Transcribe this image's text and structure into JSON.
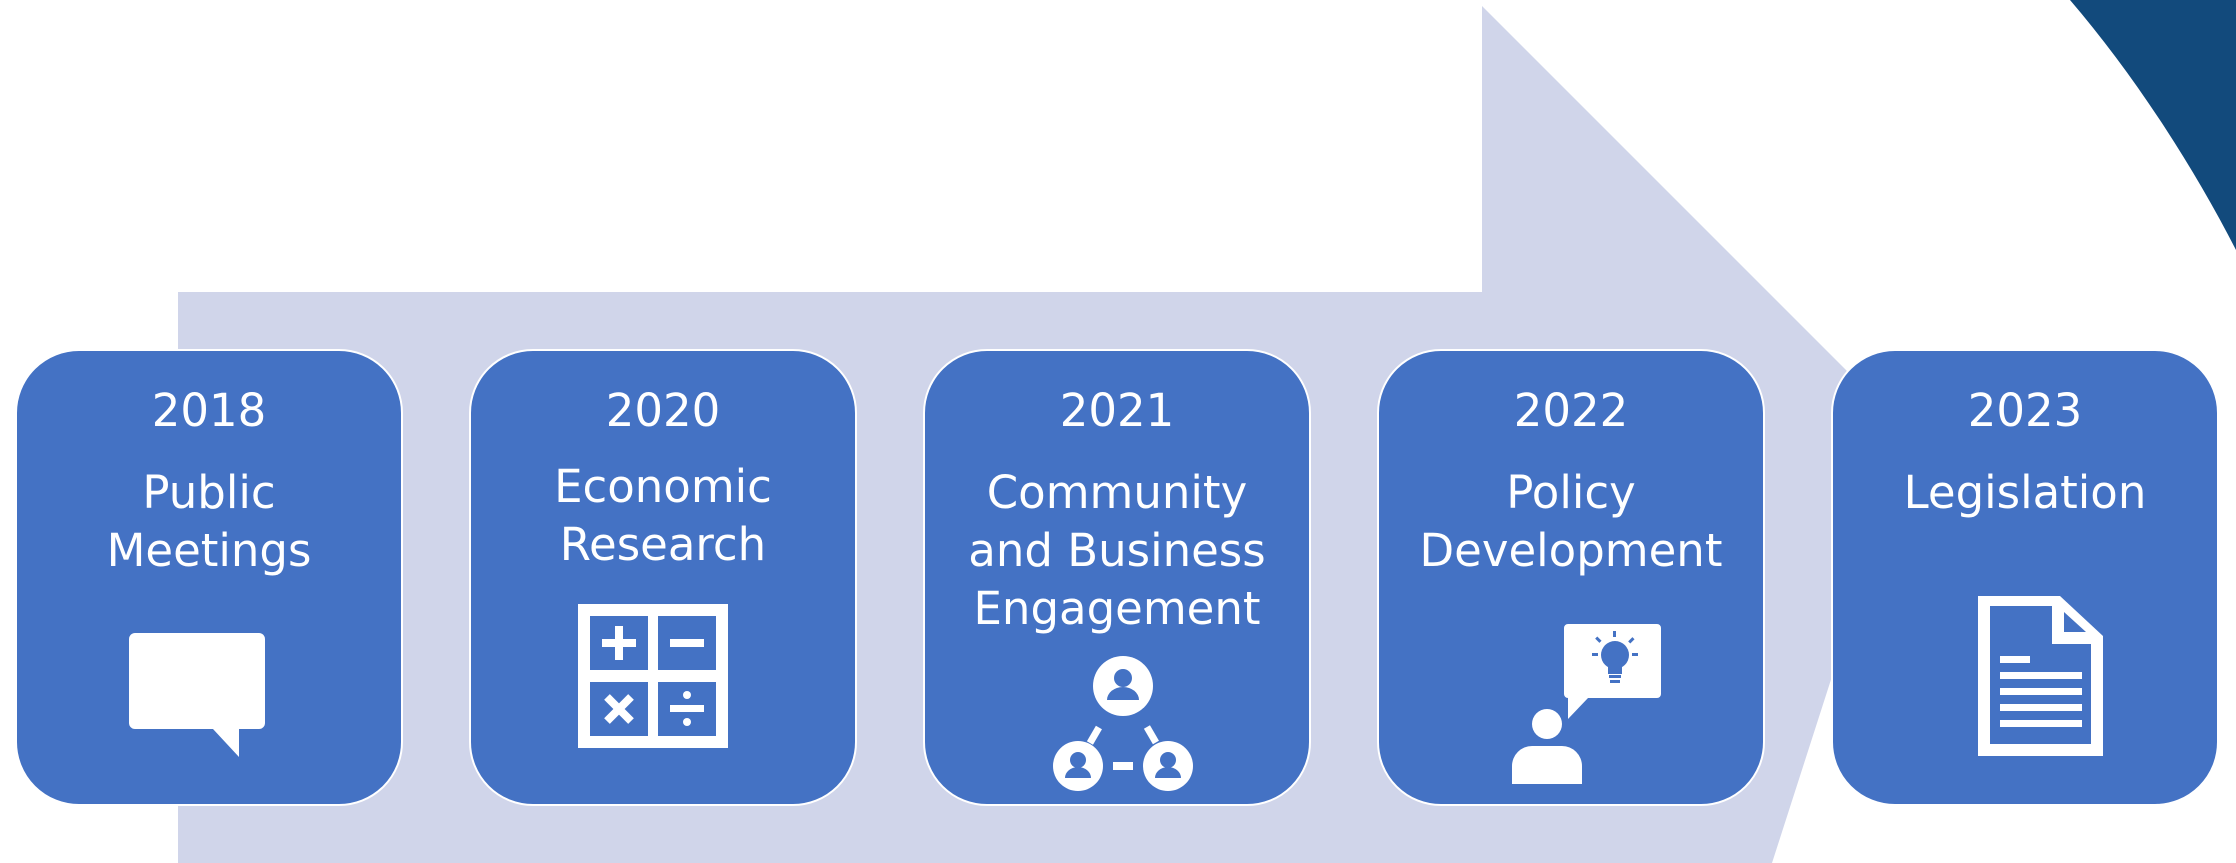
{
  "timeline": {
    "milestones": [
      {
        "year": "2018",
        "title_lines": [
          "Public",
          "Meetings"
        ],
        "icon": "speech-bubble-icon"
      },
      {
        "year": "2020",
        "title_lines": [
          "Economic",
          "Research"
        ],
        "icon": "calculator-icon"
      },
      {
        "year": "2021",
        "title_lines": [
          "Community",
          "and Business",
          "Engagement"
        ],
        "icon": "network-people-icon"
      },
      {
        "year": "2022",
        "title_lines": [
          "Policy",
          "Development"
        ],
        "icon": "person-idea-icon"
      },
      {
        "year": "2023",
        "title_lines": [
          "Legislation"
        ],
        "icon": "document-icon"
      }
    ]
  },
  "colors": {
    "card_fill": "#4472c4",
    "arrow_fill": "#d0d5ea",
    "swoosh_fill": "#124a7c",
    "text": "#ffffff"
  }
}
